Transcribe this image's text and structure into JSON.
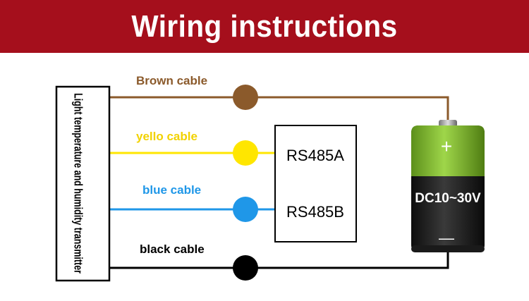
{
  "title": "Wiring instructions",
  "device": {
    "label": "Light temperature and humidity transmitter"
  },
  "cables": [
    {
      "label": "Brown cable",
      "color": "#8b5a2b",
      "label_color": "#8b5a2b"
    },
    {
      "label": "yello cable",
      "color": "#ffe600",
      "label_color": "#f2d200"
    },
    {
      "label": "blue cable",
      "color": "#1f97e8",
      "label_color": "#1f97e8"
    },
    {
      "label": "black cable",
      "color": "#000000",
      "label_color": "#000000"
    }
  ],
  "rs485": {
    "a": "RS485A",
    "b": "RS485B"
  },
  "battery": {
    "plus": "+",
    "voltage": "DC10~30V",
    "minus": "—"
  },
  "colors": {
    "banner": "#a50f1c",
    "line": "#8b5a2b"
  }
}
